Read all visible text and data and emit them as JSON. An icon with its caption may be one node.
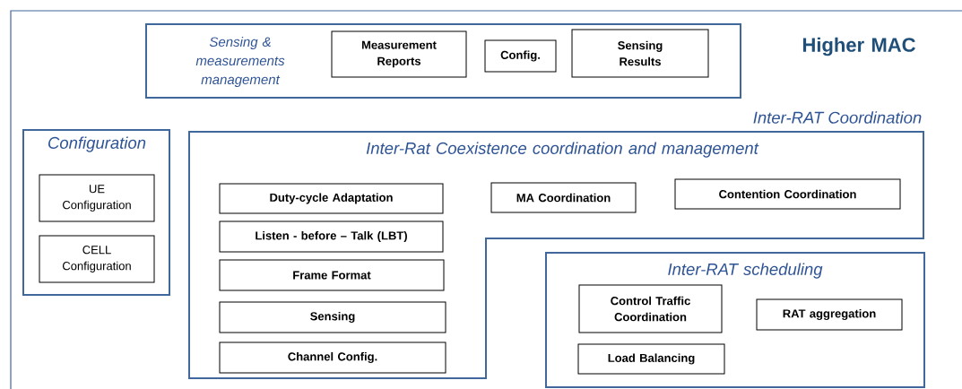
{
  "diagram": {
    "nodes": [
      {
        "text": [
          "Higher MAC"
        ]
      },
      {
        "text": [
          "Sensing & measurements management"
        ],
        "in": 0
      },
      {
        "text": [
          "Measurement Reports"
        ],
        "in": 1
      },
      {
        "text": [
          "Config."
        ],
        "in": 1
      },
      {
        "text": [
          "Sensing Results"
        ],
        "in": 1
      },
      {
        "text": [
          "Configuration"
        ],
        "in": 0
      },
      {
        "text": [
          "UE Configuration"
        ],
        "in": 5
      },
      {
        "text": [
          "CELL Configuration"
        ],
        "in": 5
      },
      {
        "text": [
          "Inter-Rat Coexistence coordination and management"
        ],
        "in": 0
      },
      {
        "text": [
          "Duty-cycle Adaptation"
        ],
        "in": 8
      },
      {
        "text": [
          "MA Coordination"
        ],
        "in": 8
      },
      {
        "text": [
          "Contention Coordination"
        ],
        "in": 8
      },
      {
        "text": [
          "Listen - before – Talk (LBT)"
        ],
        "in": 8
      },
      {
        "text": [
          "Frame Format"
        ],
        "in": 8
      },
      {
        "text": [
          "Sensing"
        ],
        "in": 8
      },
      {
        "text": [
          "Channel Config."
        ],
        "in": 8
      },
      {
        "text": [
          "Inter-RAT scheduling"
        ],
        "in": 0
      },
      {
        "text": [
          "Control Traffic Coordination"
        ],
        "in": 16
      },
      {
        "text": [
          "RAT aggregation"
        ],
        "in": 16
      },
      {
        "text": [
          "Load Balancing"
        ],
        "in": 16
      }
    ],
    "labels": [
      "Inter-RAT Coordination"
    ]
  }
}
